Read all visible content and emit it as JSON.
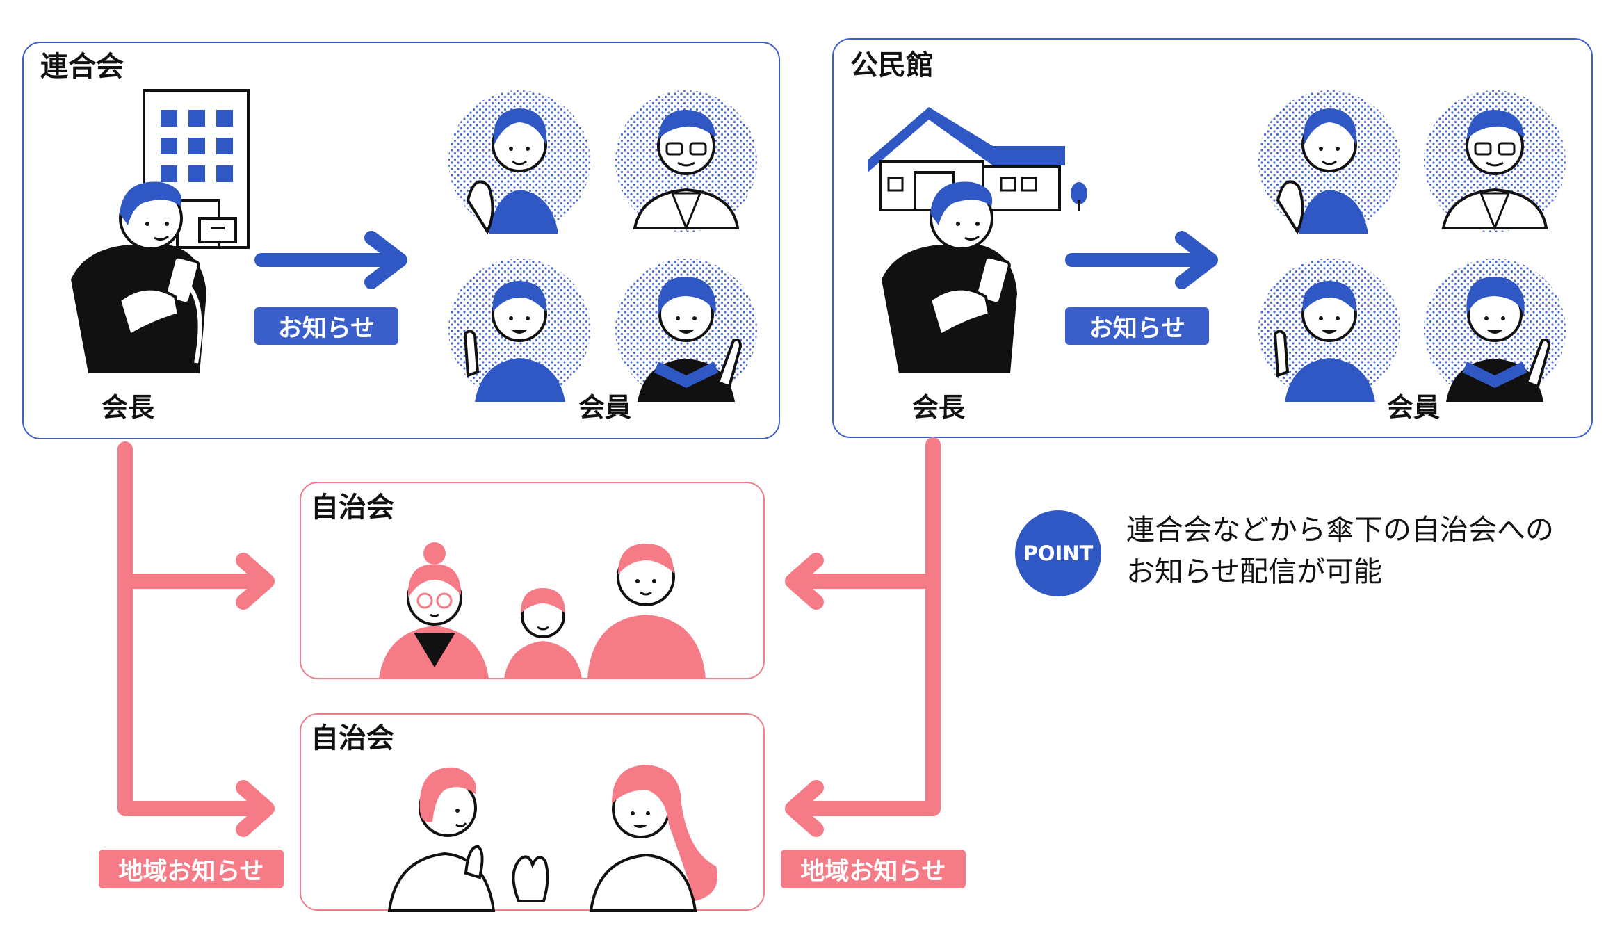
{
  "panels": {
    "rengokai": {
      "title": "連合会",
      "chair_label": "会長",
      "members_label": "会員",
      "notice_label": "お知らせ"
    },
    "kominkan": {
      "title": "公民館",
      "chair_label": "会長",
      "members_label": "会員",
      "notice_label": "お知らせ"
    }
  },
  "jichikai": [
    {
      "title": "自治会"
    },
    {
      "title": "自治会"
    }
  ],
  "regional_notice": {
    "left_label": "地域お知らせ",
    "right_label": "地域お知らせ"
  },
  "point": {
    "badge": "POINT",
    "line1": "連合会などから傘下の自治会への",
    "line2": "お知らせ配信が可能"
  },
  "colors": {
    "blue": "#2f58c4",
    "pink": "#f57b87",
    "black": "#111111"
  }
}
